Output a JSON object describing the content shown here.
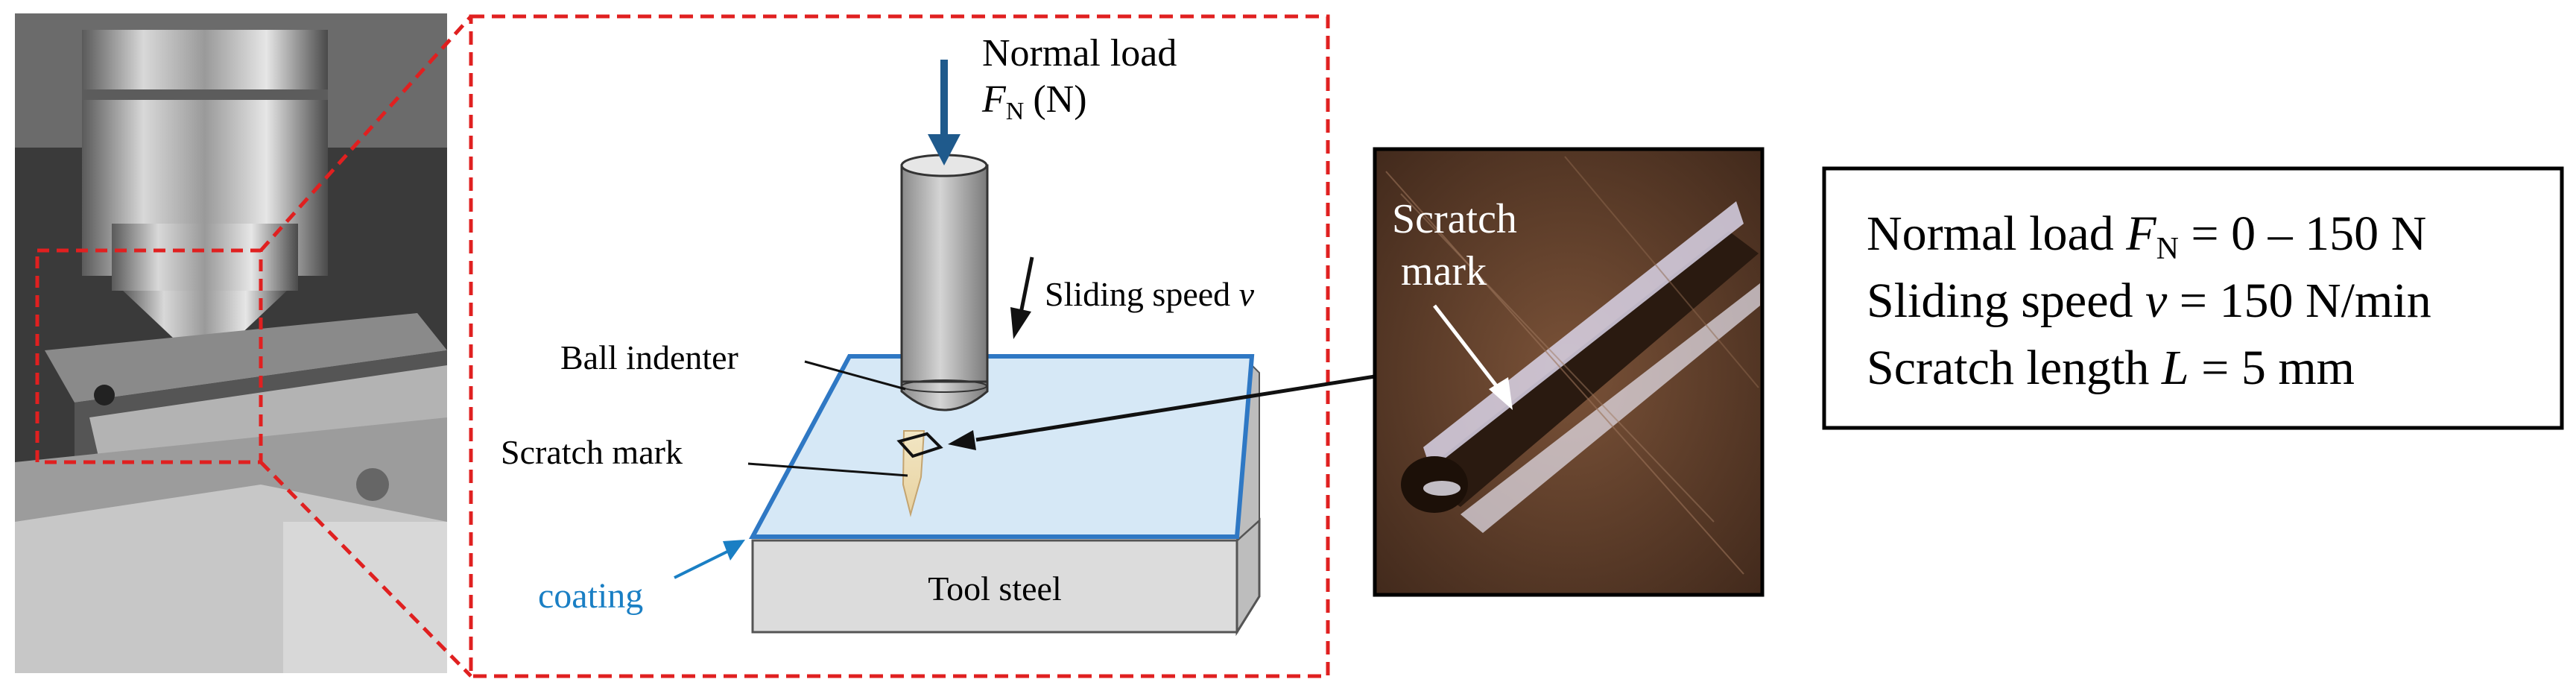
{
  "diagram": {
    "normal_load": {
      "line1": "Normal load",
      "symbol": "F",
      "subscript": "N",
      "unit": "(N)"
    },
    "sliding_speed": {
      "text": "Sliding speed",
      "symbol": "v"
    },
    "ball_indenter": "Ball indenter",
    "scratch_mark": "Scratch mark",
    "coating": "coating",
    "tool_steel": "Tool steel"
  },
  "micrograph": {
    "label_line1": "Scratch",
    "label_line2": "mark"
  },
  "parameters": {
    "line1": {
      "pre": "Normal load ",
      "symbol": "F",
      "subscript": "N",
      "post": " = 0 – 150 N"
    },
    "line2": {
      "pre": "Sliding speed ",
      "symbol": "v",
      "post": " = 150 N/min"
    },
    "line3": {
      "pre": "Scratch length ",
      "symbol": "L",
      "post": " = 5 mm"
    }
  },
  "colors": {
    "dashed_frame": "#e02020",
    "coating_edge": "#2f78c4",
    "coating_fill": "#d6e8f6",
    "arrow_blue": "#1f5a8c",
    "coating_label": "#1a7fc4"
  }
}
